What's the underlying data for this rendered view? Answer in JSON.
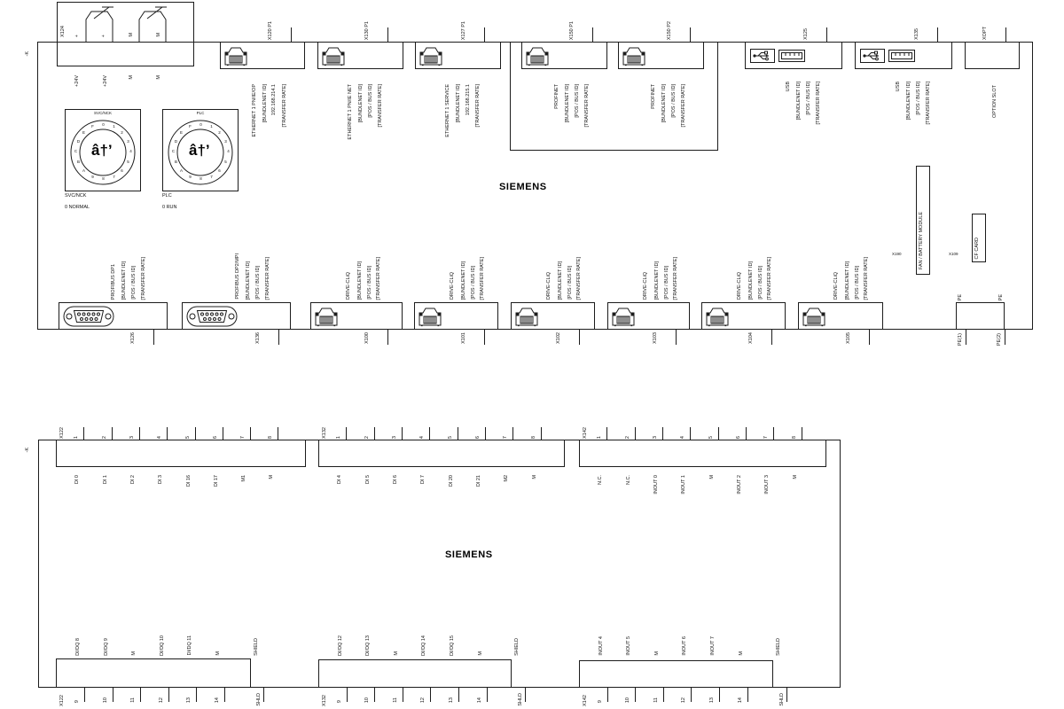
{
  "colors": {
    "line": "#1c1c1c",
    "background": "#ffffff"
  },
  "brand": "SIEMENS",
  "module_tags": {
    "upper": "-K",
    "lower": "-K"
  },
  "power": {
    "connector": "X124",
    "terminals": [
      "+",
      "+",
      "M",
      "M"
    ],
    "nets": [
      "+24V",
      "+24V",
      "M",
      "M"
    ]
  },
  "switches": {
    "hex": [
      "0",
      "1",
      "2",
      "3",
      "4",
      "5",
      "6",
      "7",
      "8",
      "9",
      "A",
      "B",
      "C",
      "D",
      "E",
      "F"
    ],
    "pointer": "â†’",
    "svc": {
      "title": "SVC/NCK",
      "name": "SVC/NCK",
      "position": "0 NORMAL"
    },
    "plc": {
      "title": "PLC",
      "name": "PLC",
      "position": "0 RUN"
    }
  },
  "ethernet": [
    {
      "port": "X120 P1",
      "desc": "ETHERNET 1 PN/IE/OP",
      "l2": "[BUNDLENET ID]",
      "l3": "192.168.214.1",
      "l4": "[TRANSFER RATE]"
    },
    {
      "port": "X130 P1",
      "desc": "ETHERNET 1 PN/IE NET",
      "l2": "[BUNDLENET ID]",
      "l3": "[POS / BUS ID]",
      "l4": "[TRANSFER RATE]"
    },
    {
      "port": "X127 P1",
      "desc": "ETHERNET 1 SERVICE",
      "l2": "[BUNDLENET ID]",
      "l3": "192.168.215.1",
      "l4": "[TRANSFER RATE]"
    }
  ],
  "profinet": [
    {
      "port": "X150 P1",
      "desc": "PROFINET",
      "l2": "[BUNDLENET ID]",
      "l3": "[POS / BUS ID]",
      "l4": "[TRANSFER RATE]"
    },
    {
      "port": "X150 P2",
      "desc": "PROFINET",
      "l2": "[BUNDLENET ID]",
      "l3": "[POS / BUS ID]",
      "l4": "[TRANSFER RATE]"
    }
  ],
  "usb": [
    {
      "port": "X125",
      "desc": "USB",
      "l2": "[BUNDLENET ID]",
      "l3": "[POS / BUS ID]",
      "l4": "[TRANSFER RATE]"
    },
    {
      "port": "X135",
      "desc": "USB",
      "l2": "[BUNDLENET ID]",
      "l3": "[POS / BUS ID]",
      "l4": "[TRANSFER RATE]"
    }
  ],
  "option": {
    "port": "XOPT",
    "desc": "OPTION SLOT"
  },
  "fan": {
    "port": "X190",
    "desc": "FAN / BATTERY MODULE"
  },
  "cf": {
    "port": "X109",
    "desc": "CF CARD"
  },
  "pe": {
    "t1": "PE",
    "t2": "PE",
    "b1": "PE(1)",
    "b2": "PE(2)"
  },
  "profibus": [
    {
      "port": "X126",
      "desc": "PROFIBUS DP1",
      "l2": "[BUNDLENET ID]",
      "l3": "[POS / BUS ID]",
      "l4": "[TRANSFER RATE]"
    },
    {
      "port": "X136",
      "desc": "PROFIBUS DP2/MPI",
      "l2": "[BUNDLENET ID]",
      "l3": "[POS / BUS ID]",
      "l4": "[TRANSFER RATE]"
    }
  ],
  "dq": [
    {
      "port": "X100",
      "desc": "DRIVE-CLiQ",
      "l2": "[BUNDLENET ID]",
      "l3": "[POS / BUS ID]",
      "l4": "[TRANSFER RATE]"
    },
    {
      "port": "X101",
      "desc": "DRIVE-CLiQ",
      "l2": "[BUNDLENET ID]",
      "l3": "[POS / BUS ID]",
      "l4": "[TRANSFER RATE]"
    },
    {
      "port": "X102",
      "desc": "DRIVE-CLiQ",
      "l2": "[BUNDLENET ID]",
      "l3": "[POS / BUS ID]",
      "l4": "[TRANSFER RATE]"
    },
    {
      "port": "X103",
      "desc": "DRIVE-CLiQ",
      "l2": "[BUNDLENET ID]",
      "l3": "[POS / BUS ID]",
      "l4": "[TRANSFER RATE]"
    },
    {
      "port": "X104",
      "desc": "DRIVE-CLiQ",
      "l2": "[BUNDLENET ID]",
      "l3": "[POS / BUS ID]",
      "l4": "[TRANSFER RATE]"
    },
    {
      "port": "X105",
      "desc": "DRIVE-CLiQ",
      "l2": "[BUNDLENET ID]",
      "l3": "[POS / BUS ID]",
      "l4": "[TRANSFER RATE]"
    }
  ],
  "strips": {
    "t122": {
      "name": "X122",
      "pins": [
        "1",
        "2",
        "3",
        "4",
        "5",
        "6",
        "7",
        "8"
      ],
      "signals": [
        "DI 0",
        "DI 1",
        "DI 2",
        "DI 3",
        "DI 16",
        "DI 17",
        "M1",
        "M"
      ]
    },
    "t132": {
      "name": "X132",
      "pins": [
        "1",
        "2",
        "3",
        "4",
        "5",
        "6",
        "7",
        "8"
      ],
      "signals": [
        "DI 4",
        "DI 5",
        "DI 6",
        "DI 7",
        "DI 20",
        "DI 21",
        "M2",
        "M"
      ]
    },
    "t142": {
      "name": "X142",
      "pins": [
        "1",
        "2",
        "3",
        "4",
        "5",
        "6",
        "7",
        "8"
      ],
      "signals": [
        "N.C.",
        "N.C.",
        "INOUT 0",
        "INOUT 1",
        "M",
        "INOUT 2",
        "INOUT 3",
        "M"
      ]
    },
    "b122": {
      "name": "X122",
      "pins": [
        "9",
        "10",
        "11",
        "12",
        "13",
        "14"
      ],
      "signals": [
        "DI/DQ 8",
        "DI/DQ 9",
        "M",
        "DI/DQ 10",
        "DI/DQ 11",
        "M"
      ],
      "shield": "SHIELD",
      "shield_pin": "SHLD"
    },
    "b132": {
      "name": "X132",
      "pins": [
        "9",
        "10",
        "11",
        "12",
        "13",
        "14"
      ],
      "signals": [
        "DI/DQ 12",
        "DI/DQ 13",
        "M",
        "DI/DQ 14",
        "DI/DQ 15",
        "M"
      ],
      "shield": "SHIELD",
      "shield_pin": "SHLD"
    },
    "b142": {
      "name": "X142",
      "pins": [
        "9",
        "10",
        "11",
        "12",
        "13",
        "14"
      ],
      "signals": [
        "INOUT 4",
        "INOUT 5",
        "M",
        "INOUT 6",
        "INOUT 7",
        "M"
      ],
      "shield": "SHIELD",
      "shield_pin": "SHLD"
    }
  }
}
